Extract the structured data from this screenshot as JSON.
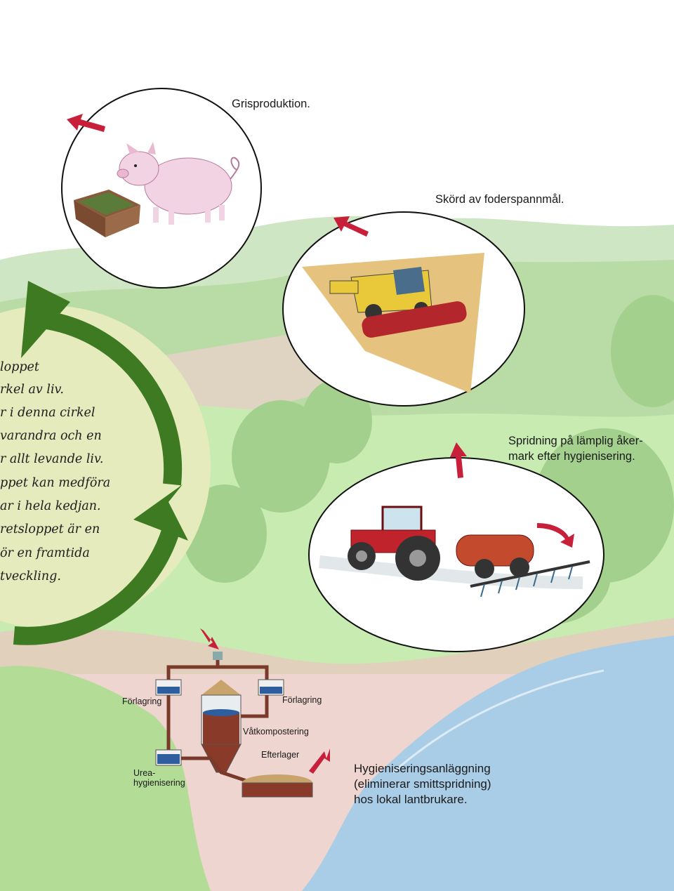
{
  "captions": {
    "pig": "Grisproduktion.",
    "harvest": "Skörd av foderspannmål.",
    "spreading_line1": "Spridning på lämplig åker-",
    "spreading_line2": "mark efter hygienisering.",
    "plant_line1": "Hygieniseringsanläggning",
    "plant_line2": "(eliminerar smittspridning)",
    "plant_line3": "hos lokal lantbrukare."
  },
  "cycle_text": [
    "loppet",
    "rkel av liv.",
    "r i denna cirkel",
    "varandra och en",
    "r allt levande liv.",
    "ppet kan medföra",
    "ar i hela kedjan.",
    "retsloppet är en",
    "ör en framtida",
    "tveckling."
  ],
  "plant_labels": {
    "prestore_left": "Förlagring",
    "prestore_right": "Förlagring",
    "wet_composting": "Våtkompostering",
    "after_storage": "Efterlager",
    "urea_line1": "Urea-",
    "urea_line2": "hygienisering"
  },
  "colors": {
    "arrow_green": "#3d7a22",
    "text_disc": "#e6ebbd",
    "red_arrow": "#c8203a",
    "water": "#a9cde6",
    "grass": "#bfe3a4"
  }
}
